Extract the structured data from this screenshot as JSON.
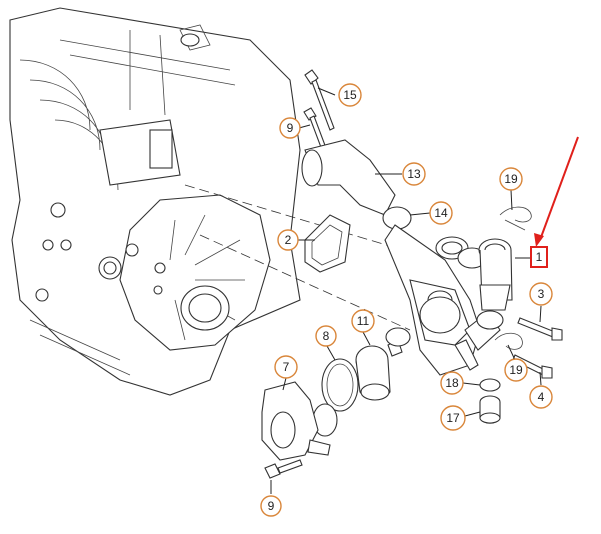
{
  "callouts": {
    "c1": "1",
    "c2": "2",
    "c3": "3",
    "c4": "4",
    "c7": "7",
    "c8": "8",
    "c9a": "9",
    "c9b": "9",
    "c11": "11",
    "c13": "13",
    "c14": "14",
    "c15": "15",
    "c17": "17",
    "c18": "18",
    "c19a": "19",
    "c19b": "19"
  },
  "colors": {
    "callout_ring": "#d9863a",
    "highlight": "#e0201b",
    "line": "#333333"
  },
  "icons": [
    "engine-block-drawing",
    "coolant-flange-drawing",
    "highlight-arrow"
  ]
}
